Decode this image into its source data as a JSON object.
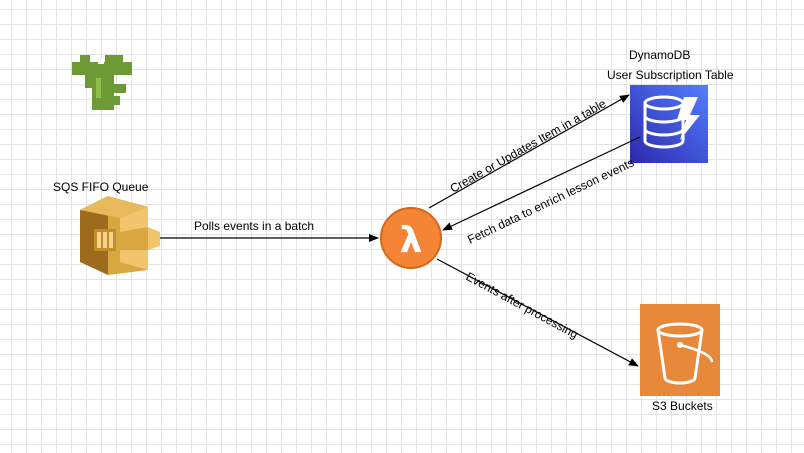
{
  "nodes": {
    "sqs": {
      "label": "SQS FIFO Queue",
      "icon": "sqs-queue-icon",
      "color": "#D9A741"
    },
    "lambda": {
      "label": "",
      "icon": "lambda-icon",
      "color": "#F58536"
    },
    "dynamodb": {
      "label_line1": "DynamoDB",
      "label_line2": "User Subscription Table",
      "icon": "dynamodb-icon",
      "color": "#3B48CC"
    },
    "s3": {
      "label": "S3 Buckets",
      "icon": "s3-bucket-icon",
      "color": "#E7883A"
    },
    "logo": {
      "icon": "pixel-lambda-logo-icon",
      "color": "#6E9A35"
    }
  },
  "edges": {
    "polls": {
      "label": "Polls events in a batch"
    },
    "create_update": {
      "label": "Create or Updates Item in a table"
    },
    "fetch": {
      "label": "Fetch data to enrich lesson events"
    },
    "events_after": {
      "label": "Events after processing"
    }
  }
}
